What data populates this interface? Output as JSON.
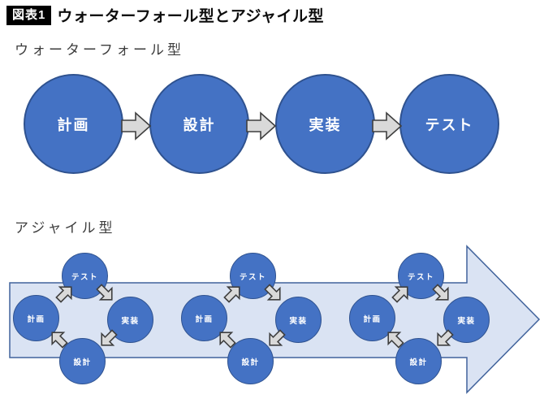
{
  "figure": {
    "badge_label": "図表1",
    "title": "ウォーターフォール型とアジャイル型"
  },
  "waterfall": {
    "section_label": "ウォーターフォール型",
    "steps": [
      "計画",
      "設計",
      "実装",
      "テスト"
    ]
  },
  "agile": {
    "section_label": "アジャイル型",
    "cycles": [
      {
        "top": "テスト",
        "left": "計画",
        "right": "実装",
        "bottom": "設計"
      },
      {
        "top": "テスト",
        "left": "計画",
        "right": "実装",
        "bottom": "設計"
      },
      {
        "top": "テスト",
        "left": "計画",
        "right": "実装",
        "bottom": "設計"
      }
    ]
  },
  "colors": {
    "circle_fill": "#4472c4",
    "circle_border": "#2f528f",
    "arrow_fill": "#d9d9d9",
    "arrow_border": "#3f3f3f",
    "band_fill": "#dae3f3",
    "band_border": "#41639c"
  }
}
